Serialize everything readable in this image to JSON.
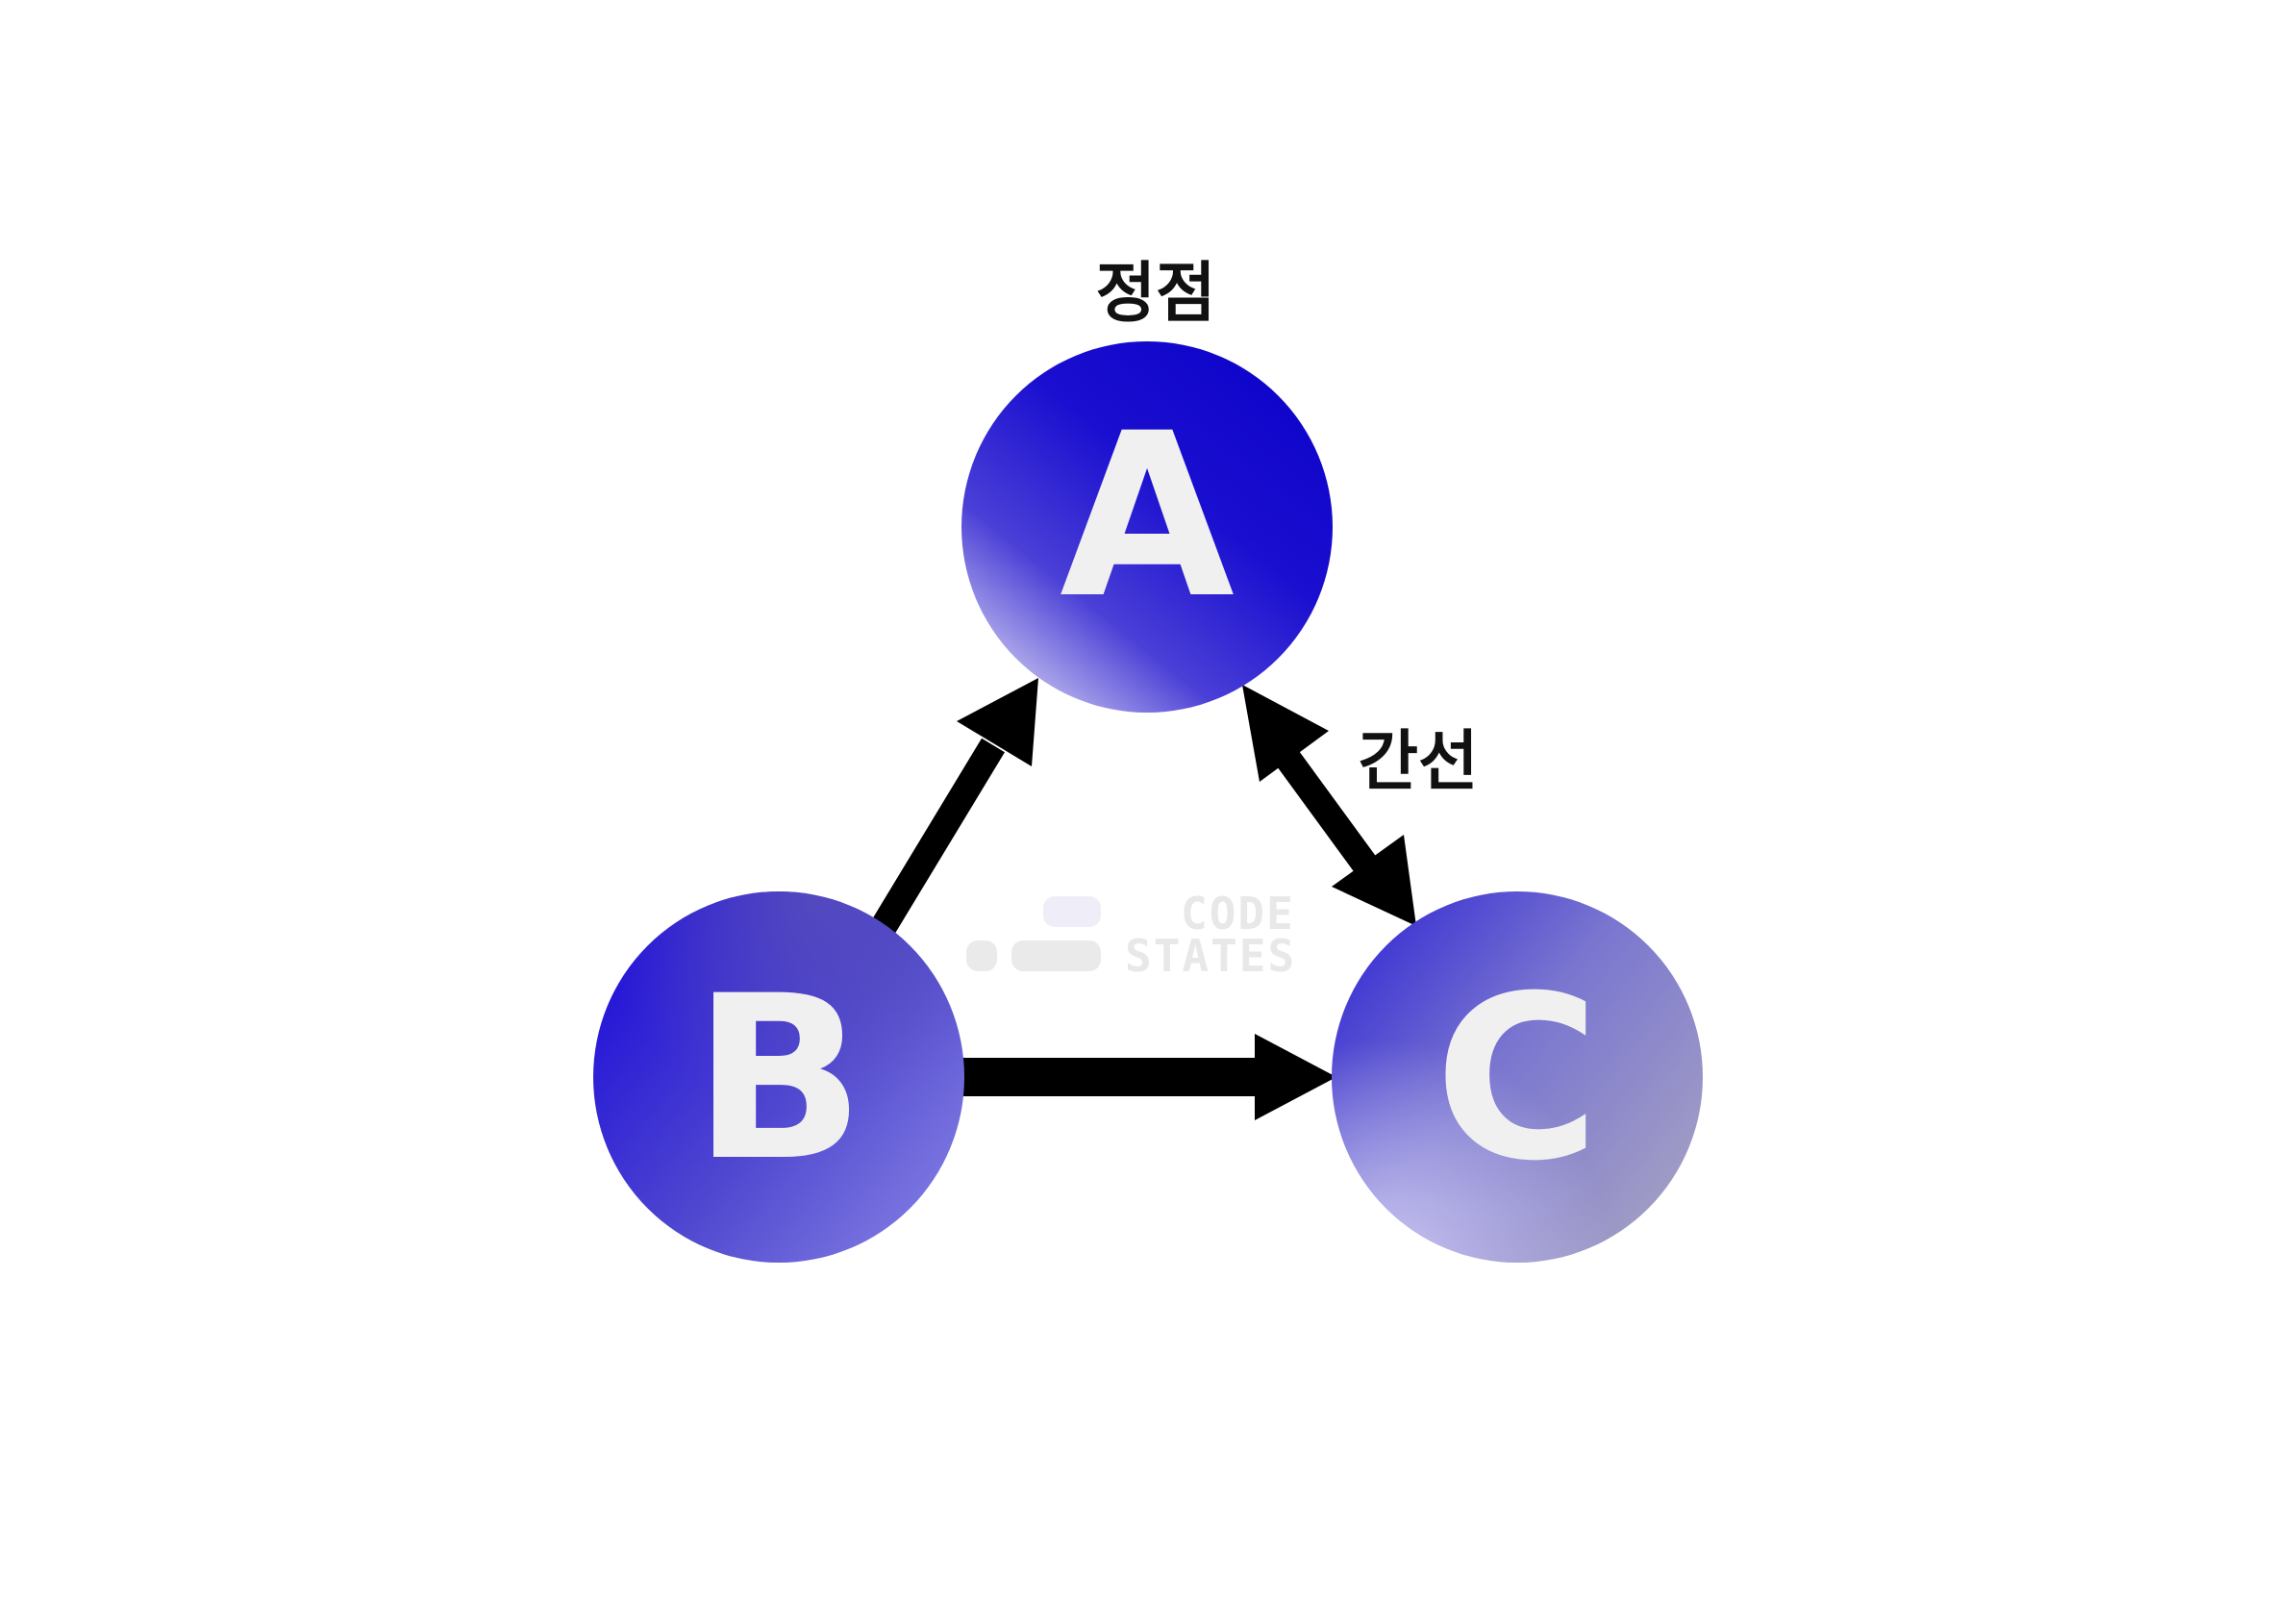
{
  "labels": {
    "vertex": "정점",
    "edge": "간선"
  },
  "nodes": [
    {
      "id": "A",
      "label": "A"
    },
    {
      "id": "B",
      "label": "B"
    },
    {
      "id": "C",
      "label": "C"
    }
  ],
  "edges": [
    {
      "from": "B",
      "to": "A",
      "direction": "one-way"
    },
    {
      "from": "B",
      "to": "C",
      "direction": "one-way"
    },
    {
      "from": "A",
      "to": "C",
      "direction": "two-way"
    }
  ],
  "watermark": {
    "line1": "CODE",
    "line2": "STATES"
  },
  "colors": {
    "node_dark": "#0a00c8",
    "node_mid": "#4a3fd6",
    "node_light": "#a0a0c8",
    "arrow": "#000000",
    "letter": "#f0f0f0"
  }
}
